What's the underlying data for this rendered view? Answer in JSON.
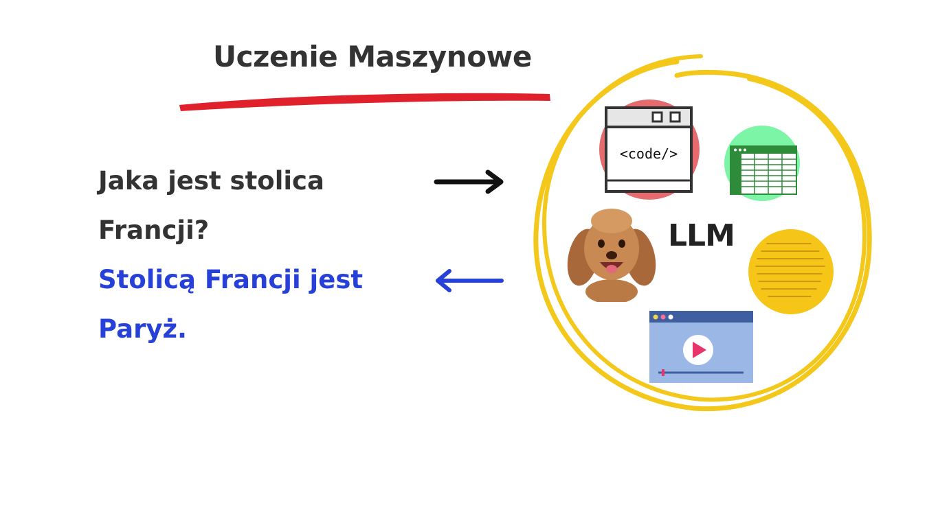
{
  "title": "Uczenie Maszynowe",
  "prompt": {
    "question_line1": "Jaka jest stolica",
    "question_line2": "Francji?",
    "answer_line1": "Stolicą Francji jest",
    "answer_line2": "Paryż."
  },
  "llm": {
    "label": "LLM",
    "code_text": "<code/>"
  },
  "colors": {
    "title_text": "#333333",
    "question_text": "#333333",
    "answer_text": "#2741d8",
    "underline": "#e0202a",
    "circle": "#f3c81b",
    "code_bg": "#e56b6f",
    "sheet_bg": "#7df5a6",
    "sheet_green": "#2e8b3a",
    "doc_bg": "#f5c518",
    "video_bg": "#9ab7e6",
    "play": "#e8336b"
  },
  "icons": [
    "arrow-right-icon",
    "arrow-left-icon",
    "code-window-icon",
    "spreadsheet-icon",
    "dog-image",
    "text-document-icon",
    "video-player-icon"
  ]
}
